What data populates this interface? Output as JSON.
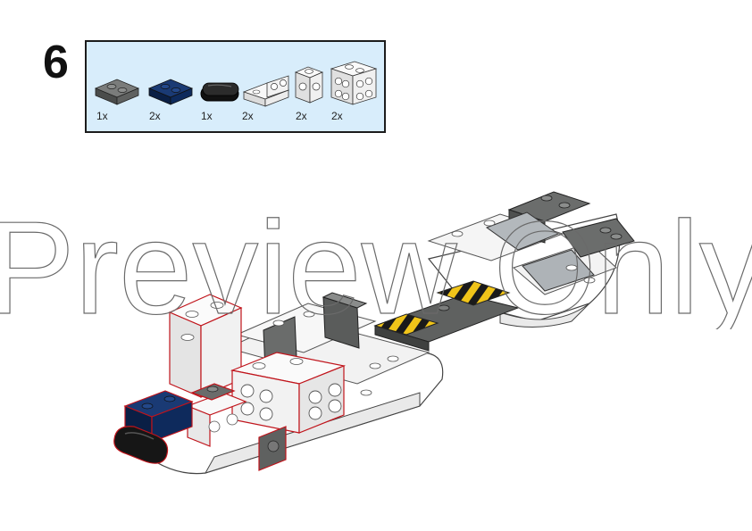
{
  "step": {
    "number": "6"
  },
  "parts_list": {
    "items": [
      {
        "name": "plate 1x2 dark grey",
        "quantity": "1x",
        "color": "#5f6160"
      },
      {
        "name": "plate 1x2 dark blue",
        "quantity": "2x",
        "color": "#0e2a5c"
      },
      {
        "name": "round tile 1x2 black",
        "quantity": "1x",
        "color": "#111111"
      },
      {
        "name": "bracket 1x2 white",
        "quantity": "2x",
        "color": "#f4f4f4"
      },
      {
        "name": "brick 1x1 studs on side white",
        "quantity": "2x",
        "color": "#f4f4f4"
      },
      {
        "name": "brick 1x2 studs on side white",
        "quantity": "2x",
        "color": "#f4f4f4"
      }
    ]
  },
  "watermark": {
    "text": "Preview Only"
  },
  "colors": {
    "parts_background": "#d8edfb",
    "white_brick": "#f4f4f4",
    "dark_grey": "#5f6160",
    "light_grey": "#a7adb1",
    "dark_blue": "#0e2a5c",
    "hazard_yellow": "#f0c419",
    "highlight_outline": "#c0141b"
  }
}
